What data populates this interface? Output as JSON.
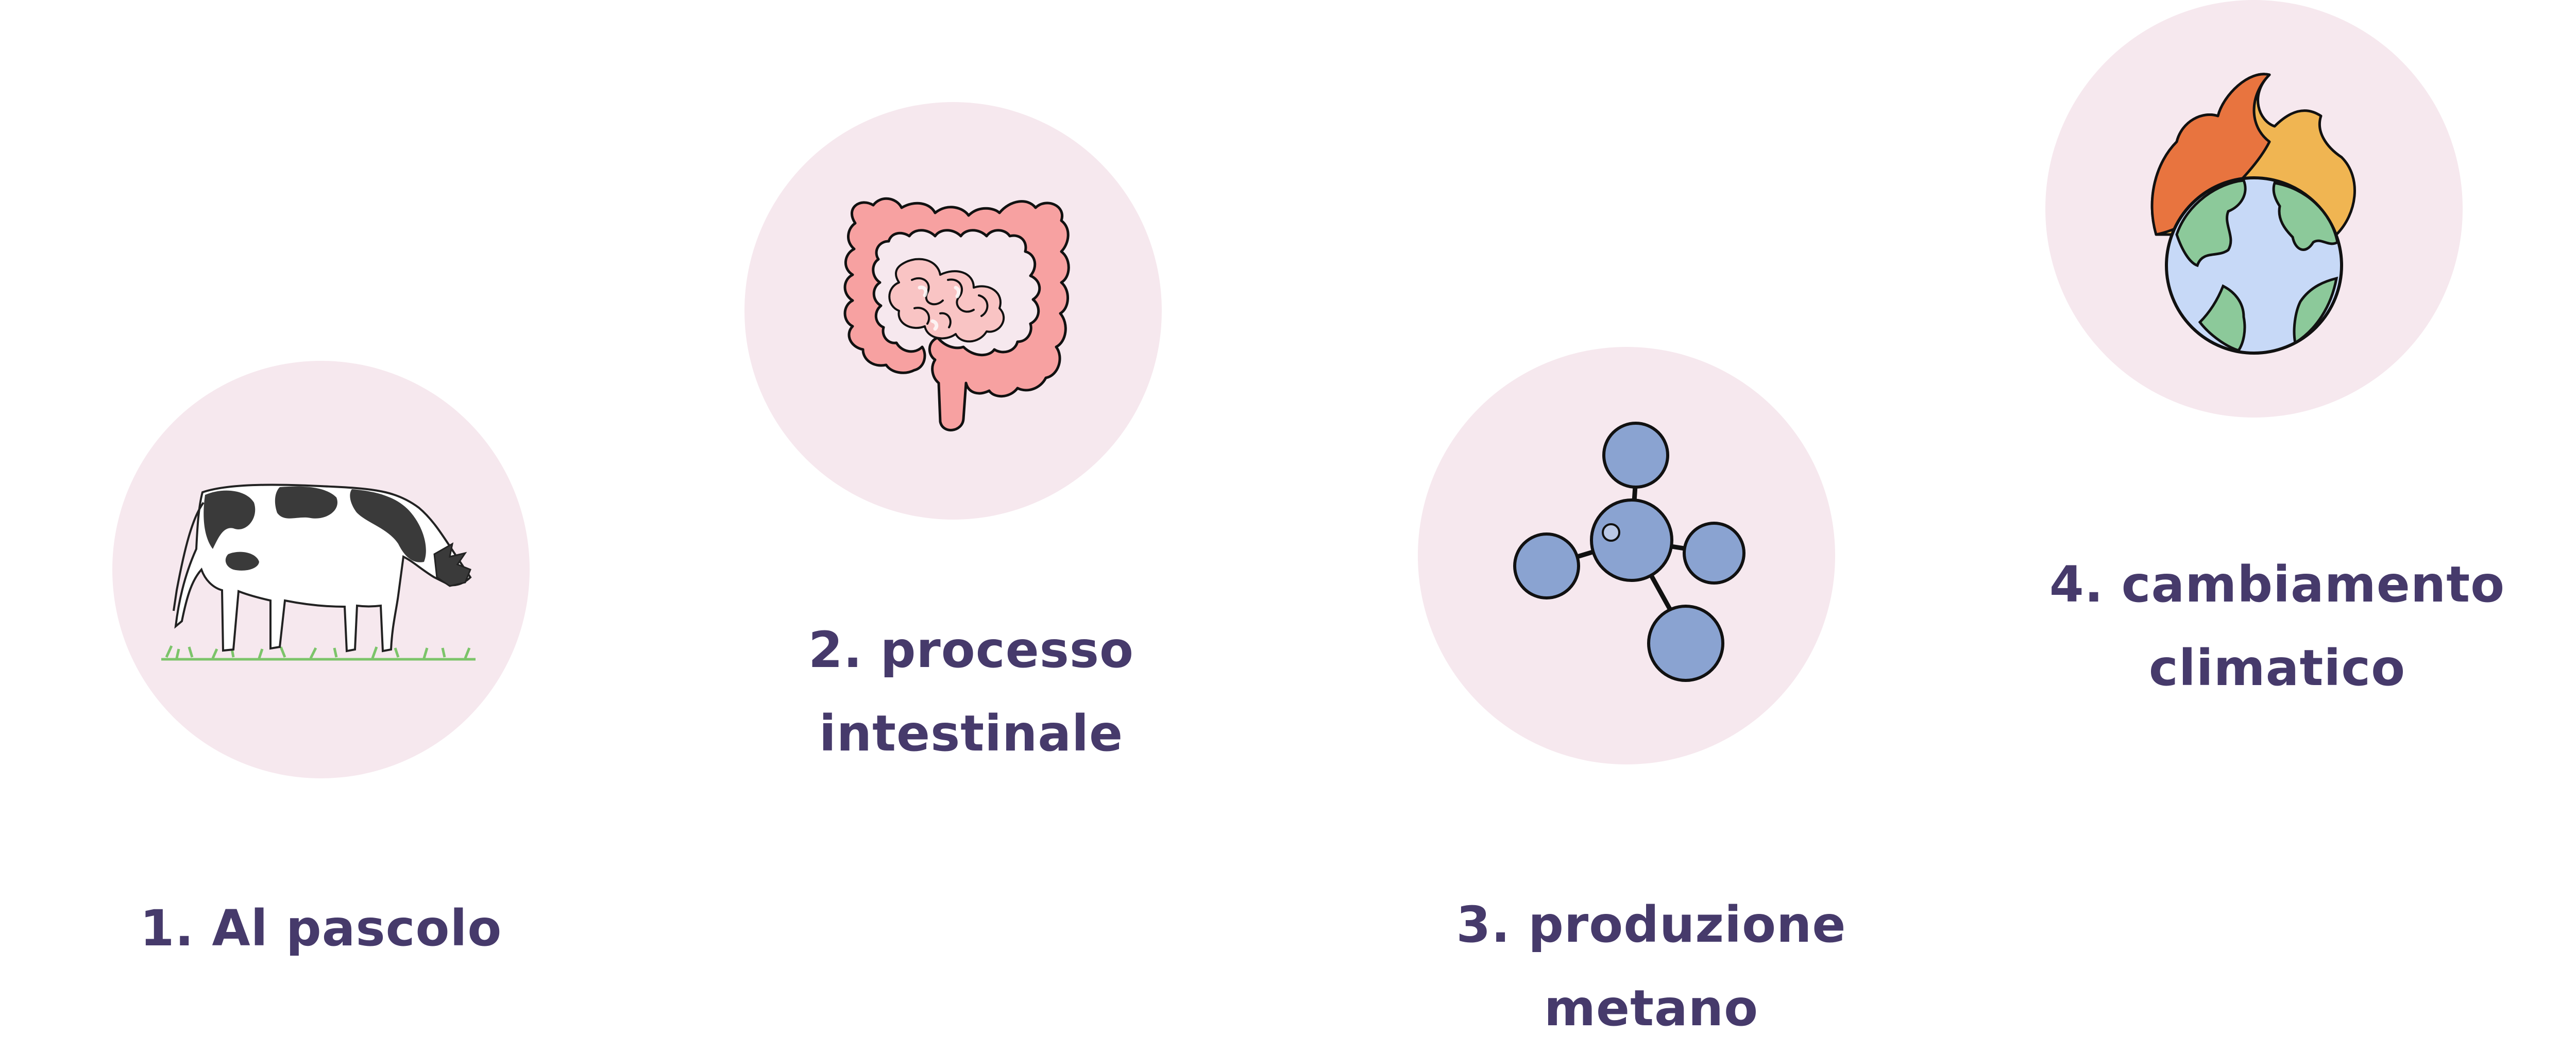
{
  "steps": [
    {
      "number": "1.",
      "label_lines": [
        "1. Al pascolo"
      ],
      "icon": "grazing-cow-icon"
    },
    {
      "number": "2.",
      "label_lines": [
        "2. processo",
        "intestinale"
      ],
      "icon": "intestine-icon"
    },
    {
      "number": "3.",
      "label_lines": [
        "3. produzione",
        "metano"
      ],
      "icon": "methane-molecule-icon"
    },
    {
      "number": "4.",
      "label_lines": [
        "4. cambiamento",
        "climatico"
      ],
      "icon": "burning-earth-icon"
    }
  ],
  "colors": {
    "circle_background": "#f6e8ee",
    "label_text": "#463a6b",
    "intestine": "#f7a1a1",
    "molecule": "#8aa3d1",
    "earth_ocean": "#c7d9f7",
    "earth_land": "#8cc99a",
    "flame_orange": "#e8743f",
    "flame_yellow": "#f0b552"
  }
}
